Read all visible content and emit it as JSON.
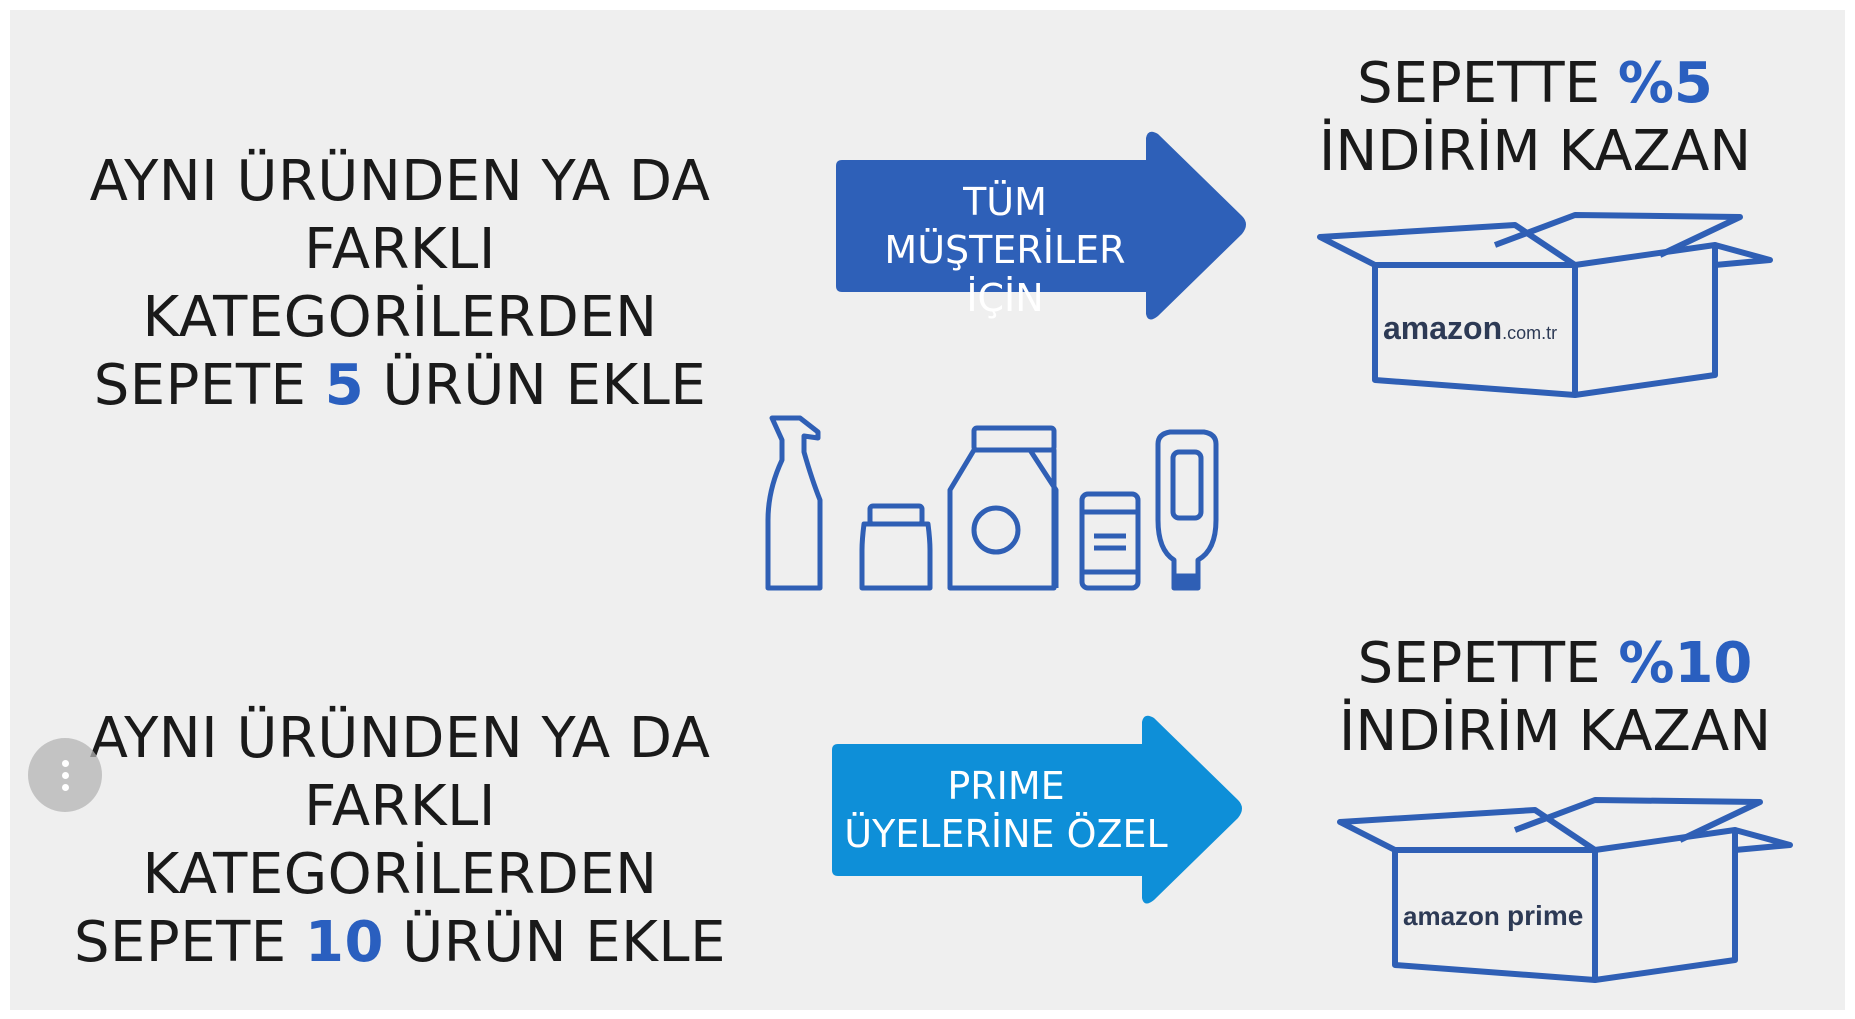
{
  "row1": {
    "line1": "AYNI ÜRÜNDEN YA DA",
    "line2": "FARKLI KATEGORİLERDEN",
    "line3_pre": "SEPETE ",
    "line3_num": "5",
    "line3_post": " ÜRÜN EKLE",
    "arrow_line1": "TÜM",
    "arrow_line2": "MÜŞTERİLER İÇİN",
    "prize_pre": "SEPETTE ",
    "prize_pct": "%5",
    "prize_line2": "İNDİRİM KAZAN",
    "box_logo": "amazon",
    "box_logo_suffix": ".com.tr"
  },
  "row2": {
    "line1": "AYNI ÜRÜNDEN YA DA",
    "line2": "FARKLI KATEGORİLERDEN",
    "line3_pre": "SEPETE ",
    "line3_num": "10",
    "line3_post": " ÜRÜN EKLE",
    "arrow_line1": "PRIME",
    "arrow_line2": "ÜYELERİNE ÖZEL",
    "prize_pre": "SEPETTE ",
    "prize_pct": "%10",
    "prize_line2": "İNDİRİM KAZAN",
    "box_logo": "amazon",
    "box_logo_suffix": "prime"
  },
  "colors": {
    "arrow1": "#2e60b8",
    "arrow2": "#0e8fd8",
    "accent": "#2a5fbf",
    "outline": "#2f5fb5"
  },
  "icons": [
    "spray-bottle-icon",
    "jar-icon",
    "milk-carton-icon",
    "soda-can-icon",
    "sauce-bottle-icon"
  ]
}
